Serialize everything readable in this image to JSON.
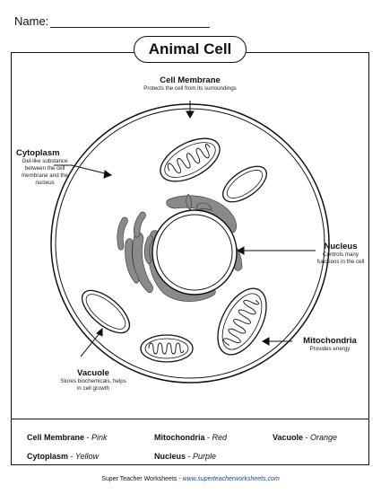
{
  "header": {
    "name_label": "Name:"
  },
  "title": "Animal Cell",
  "labels": {
    "cell_membrane": {
      "name": "Cell Membrane",
      "desc": "Protects the cell from its surroundings"
    },
    "cytoplasm": {
      "name": "Cytoplasm",
      "desc": "Gel-like substance between the cell membrane and the nucleus"
    },
    "nucleus": {
      "name": "Nucleus",
      "desc": "Controls many functions in the cell"
    },
    "mitochondria": {
      "name": "Mitochondria",
      "desc": "Provides energy"
    },
    "vacuole": {
      "name": "Vacuole",
      "desc": "Stores biochemicals, helps in cell growth"
    }
  },
  "color_key": [
    {
      "name": "Cell Membrane",
      "color": "Pink"
    },
    {
      "name": "Mitochondria",
      "color": "Red"
    },
    {
      "name": "Vacuole",
      "color": "Orange"
    },
    {
      "name": "Cytoplasm",
      "color": "Yellow"
    },
    {
      "name": "Nucleus",
      "color": "Purple"
    }
  ],
  "footer": {
    "text": "Super Teacher Worksheets - ",
    "link": "www.superteacherworksheets.com"
  }
}
